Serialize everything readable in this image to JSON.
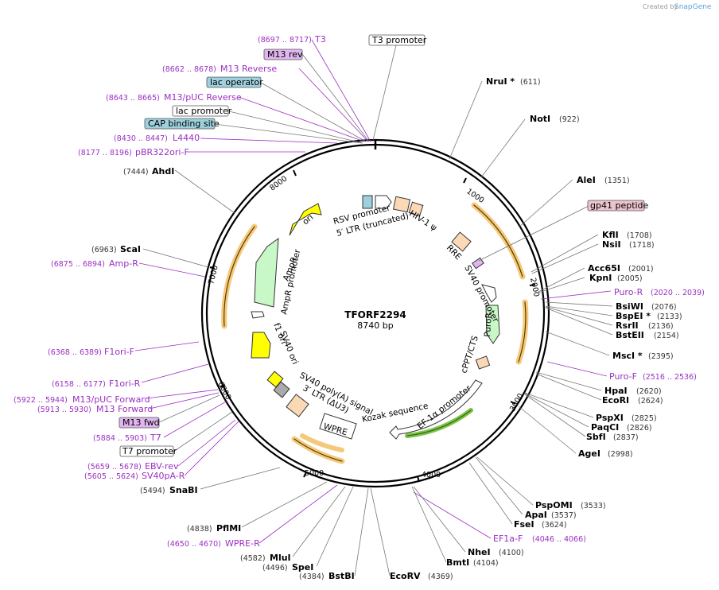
{
  "app": {
    "credit": "Created by",
    "brand": "SnapGene"
  },
  "plasmid": {
    "name": "TFORF2294",
    "size": "8740 bp"
  },
  "ticks": [
    "1000",
    "2000",
    "3000",
    "4000",
    "5000",
    "6000",
    "7000",
    "8000"
  ],
  "boxed_labels": [
    {
      "id": "t3-promoter",
      "text": "T3 promoter",
      "style": "white"
    },
    {
      "id": "m13-rev",
      "text": "M13 rev",
      "style": "purple"
    },
    {
      "id": "lac-operator",
      "text": "lac operator",
      "style": "teal"
    },
    {
      "id": "lac-promoter",
      "text": "lac promoter",
      "style": "white"
    },
    {
      "id": "cap-binding-site",
      "text": "CAP binding site",
      "style": "teal"
    },
    {
      "id": "gp41-peptide",
      "text": "gp41 peptide",
      "style": "pink"
    },
    {
      "id": "m13-fwd",
      "text": "M13 fwd",
      "style": "purple"
    },
    {
      "id": "t7-promoter",
      "text": "T7 promoter",
      "style": "white"
    }
  ],
  "primers": [
    {
      "id": "t3",
      "range": "(8697 .. 8717)",
      "name": "T3"
    },
    {
      "id": "m13-reverse",
      "range": "(8662 .. 8678)",
      "name": "M13 Reverse"
    },
    {
      "id": "m13-puc-reverse",
      "range": "(8643 .. 8665)",
      "name": "M13/pUC Reverse"
    },
    {
      "id": "l4440",
      "range": "(8430 .. 8447)",
      "name": "L4440"
    },
    {
      "id": "pbr322ori-f",
      "range": "(8177 .. 8196)",
      "name": "pBR322ori-F"
    },
    {
      "id": "amp-r",
      "range": "(6875 .. 6894)",
      "name": "Amp-R"
    },
    {
      "id": "f1ori-f",
      "range": "(6368 .. 6389)",
      "name": "F1ori-F"
    },
    {
      "id": "f1ori-r",
      "range": "(6158 .. 6177)",
      "name": "F1ori-R"
    },
    {
      "id": "m13-puc-forward",
      "range": "(5922 .. 5944)",
      "name": "M13/pUC Forward"
    },
    {
      "id": "m13-forward",
      "range": "(5913 .. 5930)",
      "name": "M13 Forward"
    },
    {
      "id": "t7",
      "range": "(5884 .. 5903)",
      "name": "T7"
    },
    {
      "id": "ebv-rev",
      "range": "(5659 .. 5678)",
      "name": "EBV-rev"
    },
    {
      "id": "sv40pa-r",
      "range": "(5605 .. 5624)",
      "name": "SV40pA-R"
    },
    {
      "id": "wpre-r",
      "range": "(4650 .. 4670)",
      "name": "WPRE-R"
    },
    {
      "id": "puro-r",
      "range": "(2020 .. 2039)",
      "name": "Puro-R"
    },
    {
      "id": "puro-f",
      "range": "(2516 .. 2536)",
      "name": "Puro-F"
    },
    {
      "id": "ef1a-f",
      "range": "(4046 .. 4066)",
      "name": "EF1a-F"
    }
  ],
  "enzymes": [
    {
      "id": "nrui",
      "name": "NruI *",
      "pos": "(611)"
    },
    {
      "id": "noti",
      "name": "NotI",
      "pos": "(922)"
    },
    {
      "id": "alei",
      "name": "AleI",
      "pos": "(1351)"
    },
    {
      "id": "kfli",
      "name": "KflI",
      "pos": "(1708)"
    },
    {
      "id": "nsii",
      "name": "NsiI",
      "pos": "(1718)"
    },
    {
      "id": "acc65i",
      "name": "Acc65I",
      "pos": "(2001)"
    },
    {
      "id": "kpni",
      "name": "KpnI",
      "pos": "(2005)"
    },
    {
      "id": "bsiwi",
      "name": "BsiWI",
      "pos": "(2076)"
    },
    {
      "id": "bspei",
      "name": "BspEI *",
      "pos": "(2133)"
    },
    {
      "id": "rsrii",
      "name": "RsrII",
      "pos": "(2136)"
    },
    {
      "id": "bsteii",
      "name": "BstEII",
      "pos": "(2154)"
    },
    {
      "id": "msci",
      "name": "MscI *",
      "pos": "(2395)"
    },
    {
      "id": "hpai",
      "name": "HpaI",
      "pos": "(2620)"
    },
    {
      "id": "ecori",
      "name": "EcoRI",
      "pos": "(2624)"
    },
    {
      "id": "pspxi",
      "name": "PspXI",
      "pos": "(2825)"
    },
    {
      "id": "paqci",
      "name": "PaqCI",
      "pos": "(2826)"
    },
    {
      "id": "sbfi",
      "name": "SbfI",
      "pos": "(2837)"
    },
    {
      "id": "agei",
      "name": "AgeI",
      "pos": "(2998)"
    },
    {
      "id": "pspomi",
      "name": "PspOMI",
      "pos": "(3533)"
    },
    {
      "id": "apai",
      "name": "ApaI",
      "pos": "(3537)"
    },
    {
      "id": "fsei",
      "name": "FseI",
      "pos": "(3624)"
    },
    {
      "id": "nhei",
      "name": "NheI",
      "pos": "(4100)"
    },
    {
      "id": "bmti",
      "name": "BmtI",
      "pos": "(4104)"
    },
    {
      "id": "ecorv",
      "name": "EcoRV",
      "pos": "(4369)"
    },
    {
      "id": "bstbi",
      "name": "BstBI",
      "pos": "(4384)"
    },
    {
      "id": "spei",
      "name": "SpeI",
      "pos": "(4496)"
    },
    {
      "id": "mlui",
      "name": "MluI",
      "pos": "(4582)"
    },
    {
      "id": "pflmi",
      "name": "PflMI",
      "pos": "(4838)"
    },
    {
      "id": "snabi",
      "name": "SnaBI",
      "pos": "(5494)"
    },
    {
      "id": "scai",
      "name": "ScaI",
      "pos": "(6963)"
    },
    {
      "id": "ahdi",
      "name": "AhdI",
      "pos": "(7444)"
    }
  ],
  "features": {
    "rsv_promoter": "RSV promoter",
    "ltr5": "5′ LTR (truncated)",
    "hiv_psi": "HIV-1 ψ",
    "rre": "RRE",
    "sv40_promoter": "SV40 promoter",
    "puror": "PuroR",
    "cppt": "cPPT/CTS",
    "ef1a_promoter": "EF-1α promoter",
    "kozak": "Kozak sequence",
    "wpre": "WPRE",
    "ltr3": "3′ LTR (ΔU3)",
    "sv40_polya": "SV40 poly(A) signal",
    "sv40_ori": "SV40 ori",
    "f1_ori": "f1 ori",
    "ampr_promoter": "AmpR promoter",
    "ampr": "AmpR",
    "ori": "ori"
  },
  "colors": {
    "primer": "#9b2fc2",
    "teal": "#9fd0de",
    "purple_box": "#e1b6f0",
    "pink_box": "#edc3cd",
    "orf_yellow": "#ffff00",
    "orf_green": "#c8f7c8",
    "promoter_white": "#ffffff",
    "ltr_peach": "#fcd9b6",
    "backbone": "#000000",
    "orf_arrow": "#f5c97a"
  }
}
